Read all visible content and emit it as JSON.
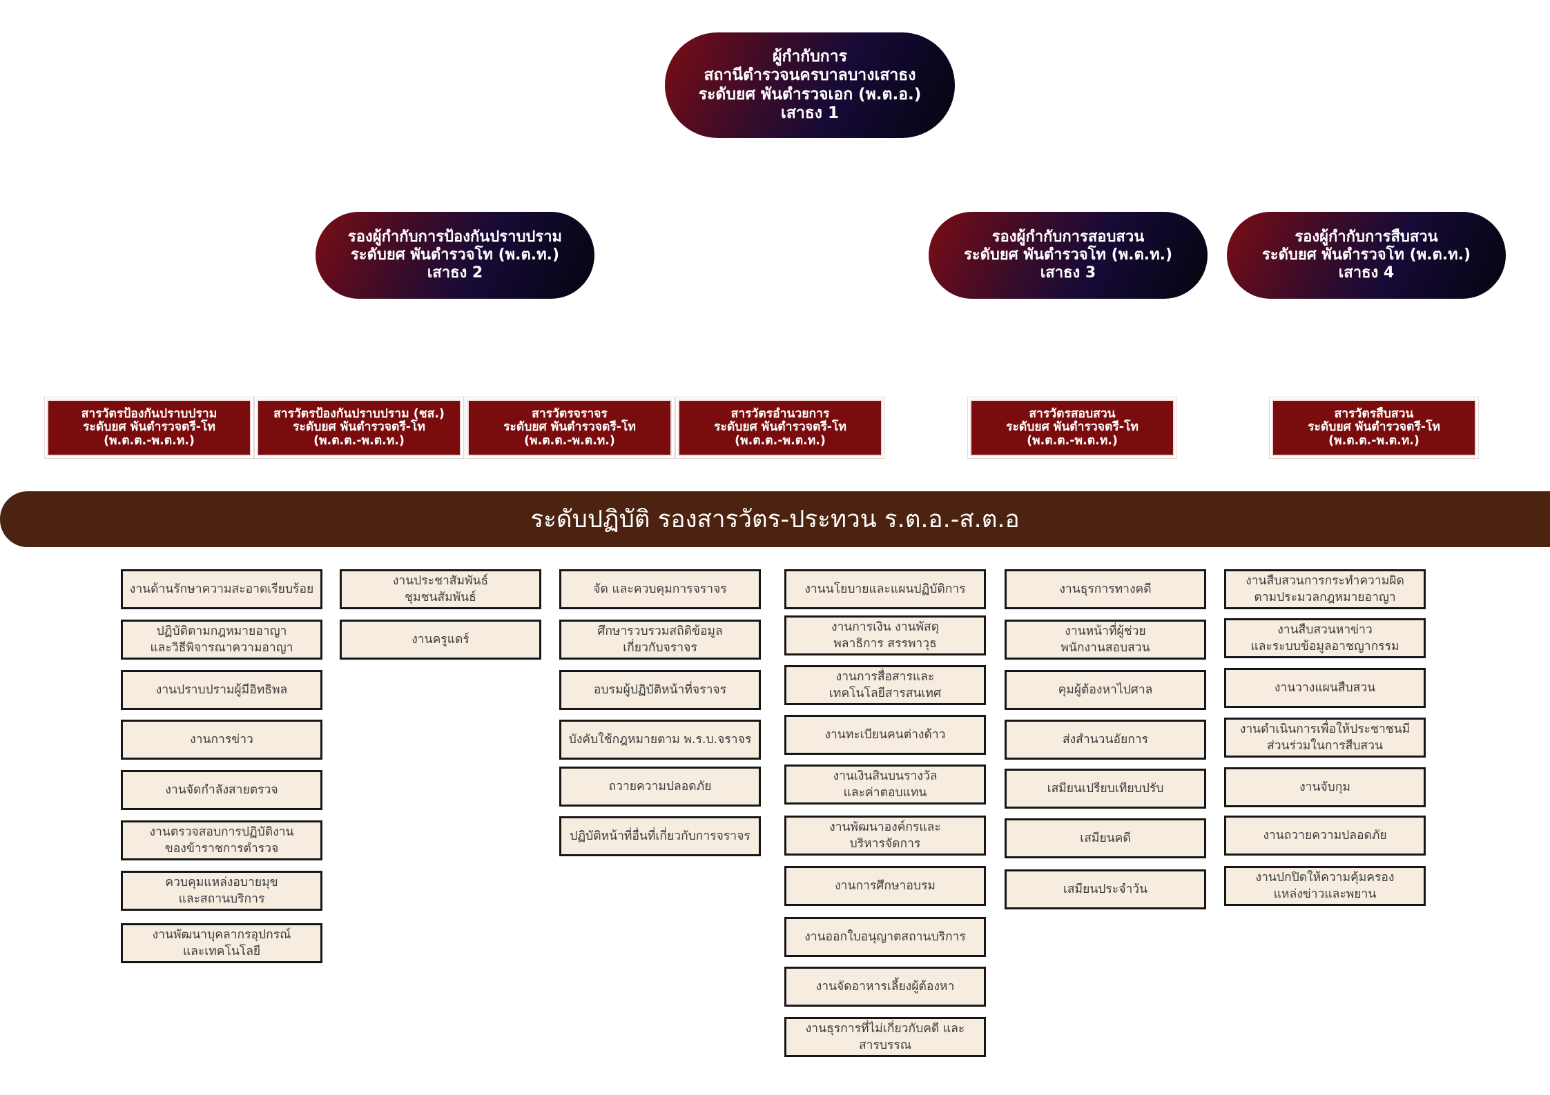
{
  "chief": {
    "lines": [
      "ผู้กำกับการ",
      "สถานีตำรวจนครบาลบางเสาธง",
      "ระดับยศ พันตำรวจเอก (พ.ต.อ.)",
      "เสาธง 1"
    ]
  },
  "deputies": [
    {
      "lines": [
        "รองผู้กำกับการป้องกันปราบปราม",
        "ระดับยศ พันตำรวจโท (พ.ต.ท.)",
        "เสาธง 2"
      ]
    },
    {
      "lines": [
        "รองผู้กำกับการสอบสวน",
        "ระดับยศ พันตำรวจโท (พ.ต.ท.)",
        "เสาธง 3"
      ]
    },
    {
      "lines": [
        "รองผู้กำกับการสืบสวน",
        "ระดับยศ พันตำรวจโท (พ.ต.ท.)",
        "เสาธง 4"
      ]
    }
  ],
  "inspectors": [
    {
      "lines": [
        "สารวัตรป้องกันปราบปราม",
        "ระดับยศ พันตำรวจตรี-โท",
        "(พ.ต.ต.-พ.ต.ท.)"
      ]
    },
    {
      "lines": [
        "สารวัตรป้องกันปราบปราม (ชส.)",
        "ระดับยศ พันตำรวจตรี-โท",
        "(พ.ต.ต.-พ.ต.ท.)"
      ]
    },
    {
      "lines": [
        "สารวัตรจราจร",
        "ระดับยศ พันตำรวจตรี-โท",
        "(พ.ต.ต.-พ.ต.ท.)"
      ]
    },
    {
      "lines": [
        "สารวัตรอำนวยการ",
        "ระดับยศ พันตำรวจตรี-โท",
        "(พ.ต.ต.-พ.ต.ท.)"
      ]
    },
    {
      "lines": [
        "สารวัตรสอบสวน",
        "ระดับยศ พันตำรวจตรี-โท",
        "(พ.ต.ต.-พ.ต.ท.)"
      ]
    },
    {
      "lines": [
        "สารวัตรสืบสวน",
        "ระดับยศ พันตำรวจตรี-โท",
        "(พ.ต.ต.-พ.ต.ท.)"
      ]
    }
  ],
  "band_title": "ระดับปฏิบัติ รองสารวัตร-ประทวน ร.ต.อ.-ส.ต.อ",
  "task_columns": [
    [
      "งานด้านรักษาความสะอาดเรียบร้อย",
      "ปฏิบัติตามกฎหมายอาญา\nและวิธีพิจารณาความอาญา",
      "งานปราบปรามผู้มีอิทธิพล",
      "งานการข่าว",
      "งานจัดกำลังสายตรวจ",
      "งานตรวจสอบการปฏิบัติงาน\nของข้าราชการตำรวจ",
      "ควบคุมแหล่งอบายมุข\nและสถานบริการ",
      "งานพัฒนาบุคลากรอุปกรณ์\nและเทคโนโลยี"
    ],
    [
      "งานประชาสัมพันธ์\nชุมชนสัมพันธ์",
      "งานครูแดร์"
    ],
    [
      "จัด และควบคุมการจราจร",
      "ศึกษารวบรวมสถิติข้อมูล\nเกี่ยวกับจราจร",
      "อบรมผู้ปฏิบัติหน้าที่จราจร",
      "บังคับใช้กฎหมายตาม พ.ร.บ.จราจร",
      "ถวายความปลอดภัย",
      "ปฏิบัติหน้าที่อื่นที่เกี่ยวกับการจราจร"
    ],
    [
      "งานนโยบายและแผนปฏิบัติการ",
      "งานการเงิน งานพัสดุ\nพลาธิการ สรรพาวุธ",
      "งานการสื่อสารและ\nเทคโนโลยีสารสนเทศ",
      "งานทะเบียนคนต่างด้าว",
      "งานเงินสินบนรางวัล\nและค่าตอบแทน",
      "งานพัฒนาองค์กรและ\nบริหารจัดการ",
      "งานการศึกษาอบรม",
      "งานออกใบอนุญาตสถานบริการ",
      "งานจัดอาหารเลี้ยงผู้ต้องหา",
      "งานธุรการที่ไม่เกี่ยวกับคดี และ\nสารบรรณ"
    ],
    [
      "งานธุรการทางคดี",
      "งานหน้าที่ผู้ช่วย\nพนักงานสอบสวน",
      "คุมผู้ต้องหาไปศาล",
      "ส่งสำนวนอัยการ",
      "เสมียนเปรียบเทียบปรับ",
      "เสมียนคดี",
      "เสมียนประจำวัน"
    ],
    [
      "งานสืบสวนการกระทำความผิด\nตามประมวลกฎหมายอาญา",
      "งานสืบสวนหาข่าว\nและระบบข้อมูลอาชญากรรม",
      "งานวางแผนสืบสวน",
      "งานดำเนินการเพื่อให้ประชาชนมี\nส่วนร่วมในการสืบสวน",
      "งานจับกุม",
      "งานถวายความปลอดภัย",
      "งานปกปิดให้ความคุ้มครอง\nแหล่งข่าวและพยาน"
    ]
  ]
}
